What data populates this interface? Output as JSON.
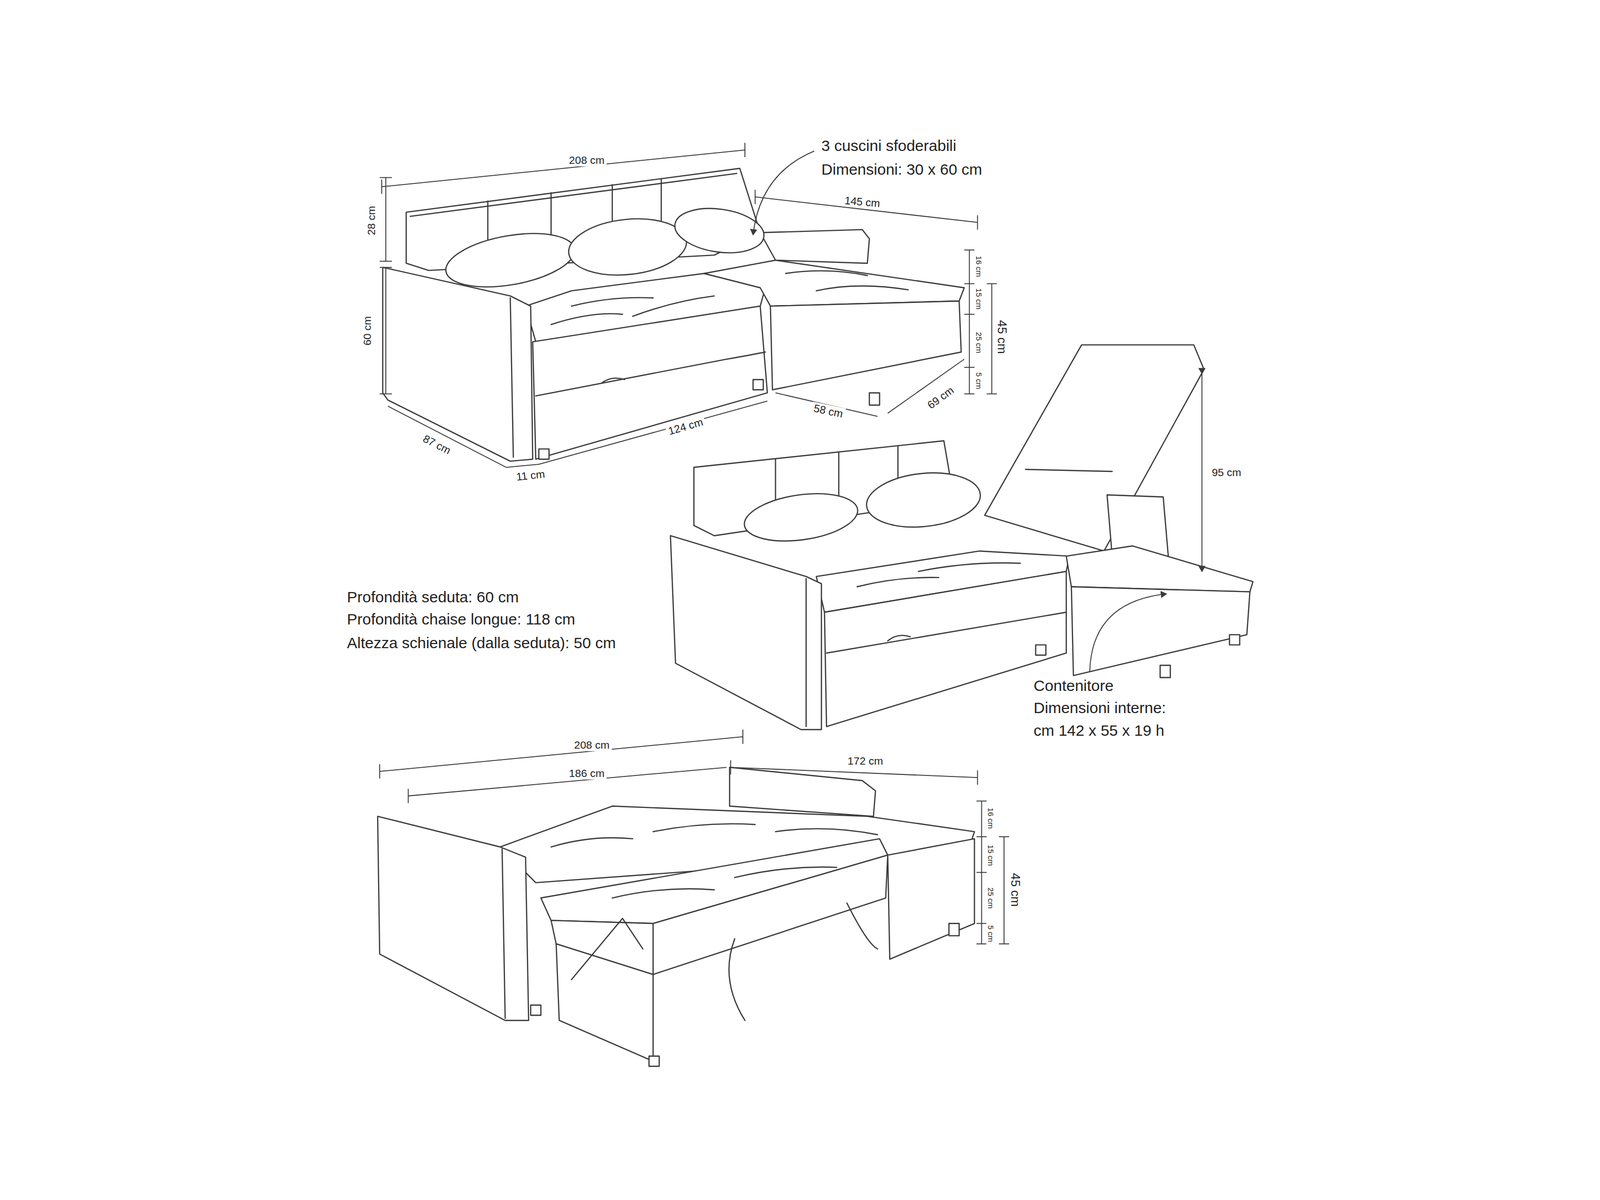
{
  "diagram": {
    "labels": [
      "208 cm",
      "3 cuscini sfoderabili",
      "Dimensioni: 30 x 60 cm",
      "145 cm",
      "28 cm",
      "60 cm",
      "16 cm",
      "15 cm",
      "45 cm",
      "25 cm",
      "5 cm",
      "58 cm",
      "69 cm",
      "124 cm",
      "87 cm",
      "11 cm",
      "95 cm",
      "Profondità seduta: 60 cm",
      "Profondità chaise longue: 118 cm",
      "Altezza schienale (dalla seduta): 50 cm",
      "Contenitore",
      "Dimensioni interne:",
      "cm 142 x 55 x 19 h",
      "208 cm",
      "186 cm",
      "172 cm",
      "16 cm",
      "15 cm",
      "45 cm",
      "25 cm",
      "5 cm"
    ]
  }
}
